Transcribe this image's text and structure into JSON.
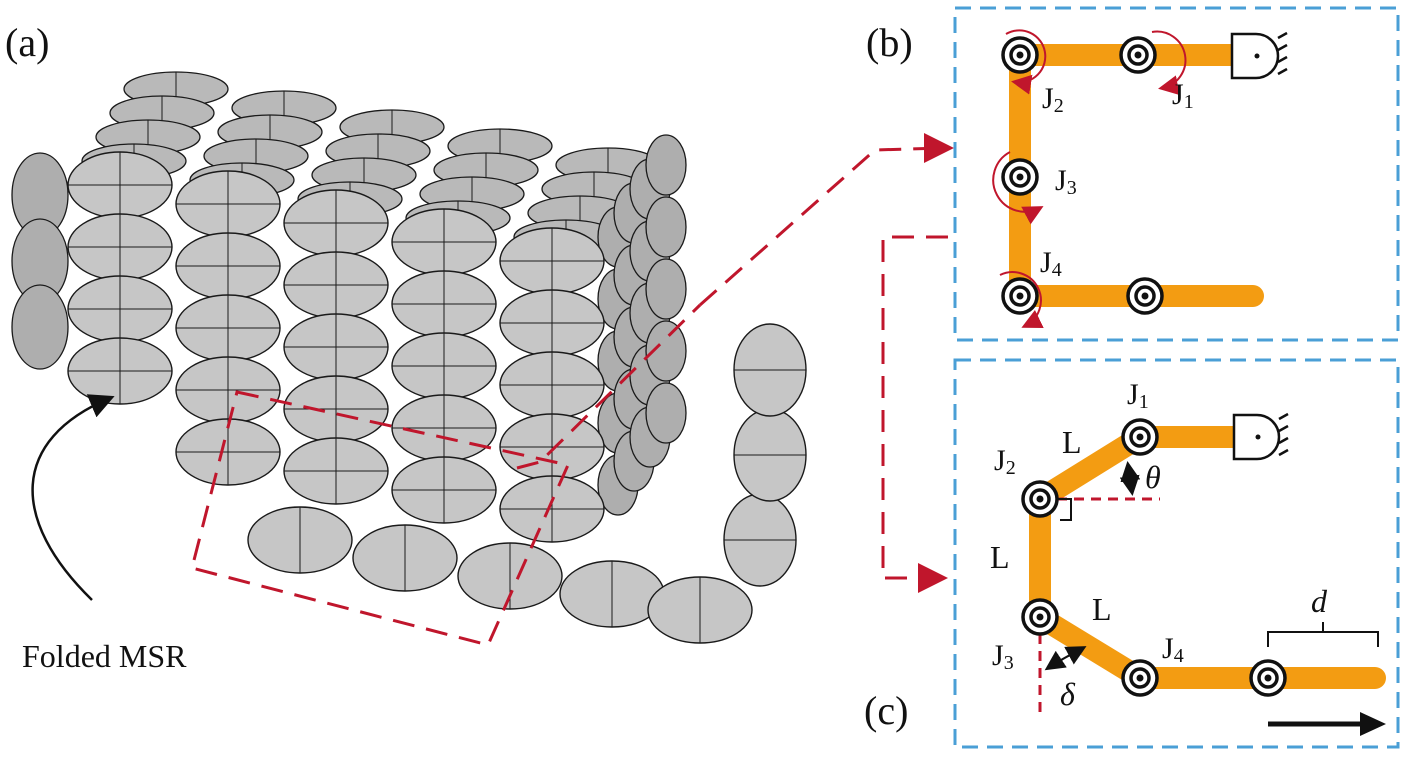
{
  "panels": {
    "a": {
      "tag": "(a)",
      "caption": "Folded MSR"
    },
    "b": {
      "tag": "(b)"
    },
    "c": {
      "tag": "(c)"
    }
  },
  "joints_b": [
    {
      "id": "J1",
      "base": "J",
      "sub": "1"
    },
    {
      "id": "J2",
      "base": "J",
      "sub": "2"
    },
    {
      "id": "J3",
      "base": "J",
      "sub": "3"
    },
    {
      "id": "J4",
      "base": "J",
      "sub": "4"
    }
  ],
  "joints_c": [
    {
      "id": "J1",
      "base": "J",
      "sub": "1"
    },
    {
      "id": "J2",
      "base": "J",
      "sub": "2"
    },
    {
      "id": "J3",
      "base": "J",
      "sub": "3"
    },
    {
      "id": "J4",
      "base": "J",
      "sub": "4"
    }
  ],
  "labels_c": {
    "link_top": "L",
    "link_mid": "L",
    "link_low": "L",
    "theta": "θ",
    "delta": "δ",
    "dist": "d"
  },
  "colors": {
    "link": "#f39c12",
    "frame": "#4a9fd6",
    "annotation": "#c0162c",
    "module": "#c6c6c6"
  }
}
